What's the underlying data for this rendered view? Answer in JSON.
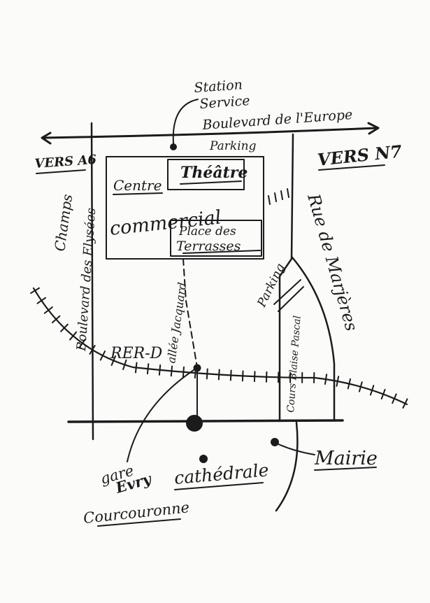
{
  "labels": {
    "station_service_1": "Station",
    "station_service_2": "Service",
    "boulevard_europe": "Boulevard de l'Europe",
    "parking_top": "Parking",
    "vers_a6": "VERS A6",
    "vers_n7": "VERS N7",
    "centre": "Centre",
    "theatre": "Théâtre",
    "commercial": "commercial",
    "place_1": "Place des",
    "place_2": "Terrasses",
    "champs": "Champs",
    "boulevard_elysees": "Boulevard des Elysées",
    "rue_marjeres": "Rue de Marjères",
    "parking_right": "Parking",
    "allee_jacquard": "allée Jacquard",
    "cours_blaise_pascal": "Cours Blaise Pascal",
    "rer": "RER-D",
    "gare_1": "gare",
    "gare_2": "Evry",
    "courcouronne": "Courcouronne",
    "cathedrale": "cathédrale",
    "mairie": "Mairie"
  },
  "colors": {
    "ink": "#1b1b1b",
    "paper": "#fbfbf9"
  }
}
